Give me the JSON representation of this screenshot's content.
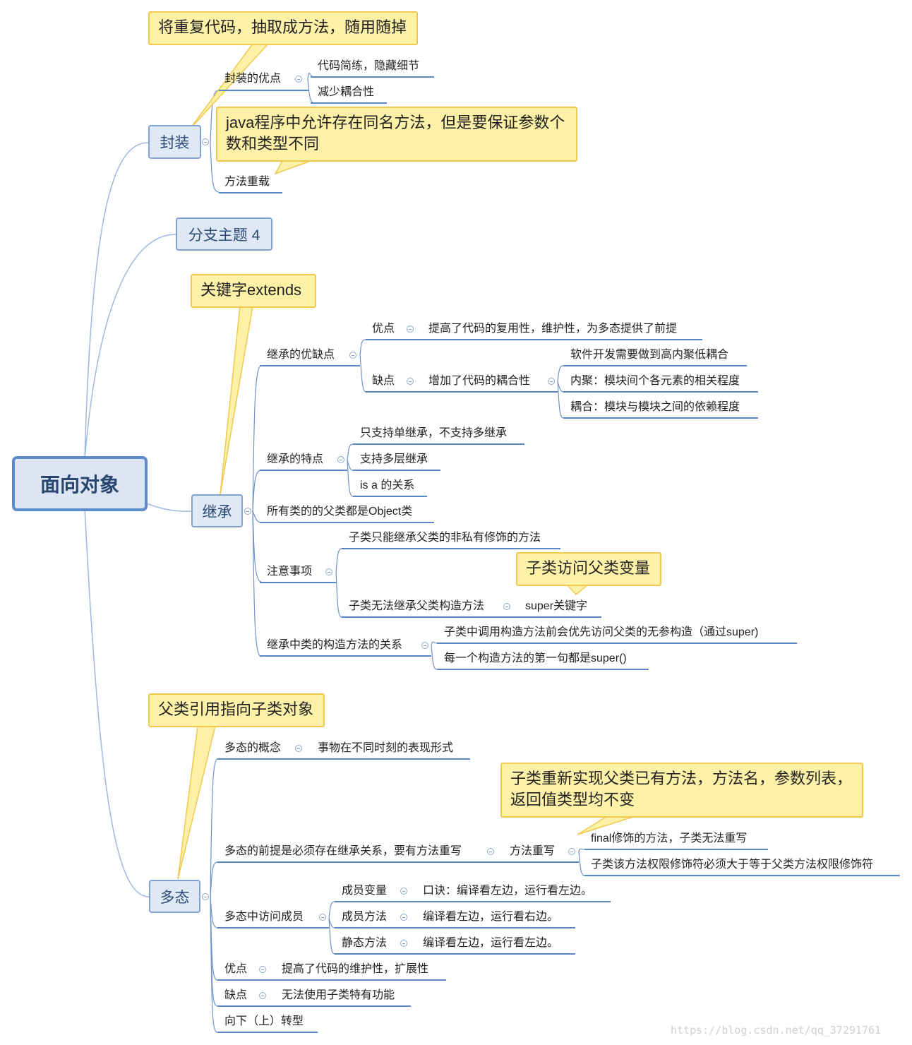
{
  "root": "面向对象",
  "branches": {
    "encapsulation": {
      "label": "封装",
      "benefits": {
        "label": "封装的优点",
        "items": [
          "代码简练，隐藏细节",
          "减少耦合性"
        ]
      },
      "overload": "方法重载",
      "note_main": "将重复代码，抽取成方法，随用随掉",
      "note_overload": "java程序中允许存在同名方法，但是要保证参数个数和类型不同"
    },
    "branch4": {
      "label": "分支主题 4"
    },
    "inheritance": {
      "label": "继承",
      "note": "关键字extends",
      "pros_cons": {
        "label": "继承的优缺点",
        "pro_label": "优点",
        "pro_item": "提高了代码的复用性，维护性，为多态提供了前提",
        "con_label": "缺点",
        "con_item": "增加了代码的耦合性",
        "con_details": [
          "软件开发需要做到高内聚低耦合",
          "内聚：模块间个各元素的相关程度",
          "耦合：模块与模块之间的依赖程度"
        ]
      },
      "features": {
        "label": "继承的特点",
        "items": [
          "只支持单继承，不支持多继承",
          "支持多层继承",
          "is a 的关系"
        ]
      },
      "object_parent": "所有类的的父类都是Object类",
      "notes": {
        "label": "注意事项",
        "item1": "子类只能继承父类的非私有修饰的方法",
        "item2": "子类无法继承父类构造方法",
        "super_keyword": "super关键字",
        "super_note": "子类访问父类变量"
      },
      "constructors": {
        "label": "继承中类的构造方法的关系",
        "items": [
          "子类中调用构造方法前会优先访问父类的无参构造（通过super)",
          "每一个构造方法的第一句都是super()"
        ]
      }
    },
    "polymorphism": {
      "label": "多态",
      "note": "父类引用指向子类对象",
      "concept": {
        "label": "多态的概念",
        "item": "事物在不同时刻的表现形式"
      },
      "premise": {
        "label": "多态的前提是必须存在继承关系，要有方法重写",
        "override": "方法重写",
        "override_note": "子类重新实现父类已有方法，方法名，参数列表，返回值类型均不变",
        "override_items": [
          "final修饰的方法，子类无法重写",
          "子类该方法权限修饰符必须大于等于父类方法权限修饰符"
        ]
      },
      "members": {
        "label": "多态中访问成员",
        "rows": [
          {
            "label": "成员变量",
            "value": "口诀：编译看左边，运行看左边。"
          },
          {
            "label": "成员方法",
            "value": "编译看左边，运行看右边。"
          },
          {
            "label": "静态方法",
            "value": "编译看左边，运行看左边。"
          }
        ]
      },
      "pro": {
        "label": "优点",
        "item": "提高了代码的维护性，扩展性"
      },
      "con": {
        "label": "缺点",
        "item": "无法使用子类特有功能"
      },
      "cast": "向下（上）转型"
    }
  },
  "watermark": "https://blog.csdn.net/qq_37291761",
  "colors": {
    "line": "#5b86c4",
    "topic_fill": "#dfe8f5",
    "note_fill": "#fdf0a7",
    "note_border": "#f0c94e"
  }
}
